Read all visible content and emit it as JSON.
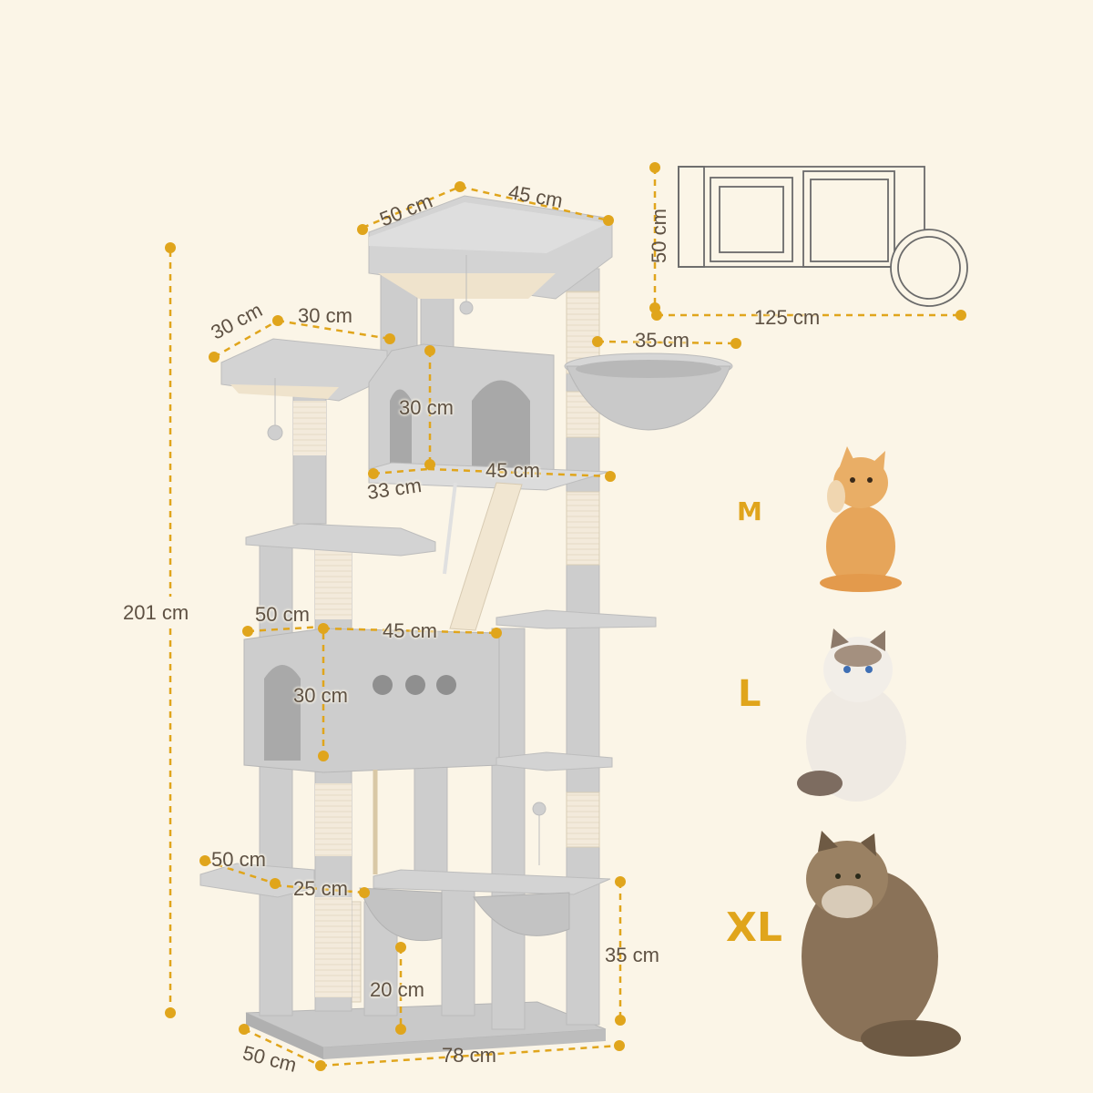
{
  "colors": {
    "background": "#fbf5e7",
    "accent": "#e0a51c",
    "label_text": "#5e5143",
    "plush": "#cfcfcf",
    "sisal": "#f3eadb"
  },
  "height_label": "201 cm",
  "top_platform": {
    "depth_label": "50 cm",
    "width_label": "45 cm"
  },
  "side_perch": {
    "depth_label": "30 cm",
    "width_label": "30 cm"
  },
  "basket": {
    "width_label": "35 cm"
  },
  "upper_condo": {
    "height_label": "30 cm",
    "depth_label": "33 cm",
    "width_label": "45 cm"
  },
  "lower_condo": {
    "depth_label": "50 cm",
    "width_label": "45 cm",
    "height_label": "30 cm"
  },
  "bottom_perch": {
    "depth_label": "50 cm",
    "width_label": "25 cm"
  },
  "hammock": {
    "clearance_label": "20 cm"
  },
  "lower_height_label": "35 cm",
  "base": {
    "depth_label": "50 cm",
    "width_label": "78 cm"
  },
  "footprint": {
    "depth_label": "50 cm",
    "width_label": "125 cm"
  },
  "cat_sizes": [
    {
      "label": "M",
      "icon": "kitten-icon"
    },
    {
      "label": "L",
      "icon": "ragdoll-cat-icon"
    },
    {
      "label": "XL",
      "icon": "maine-coon-cat-icon"
    }
  ]
}
